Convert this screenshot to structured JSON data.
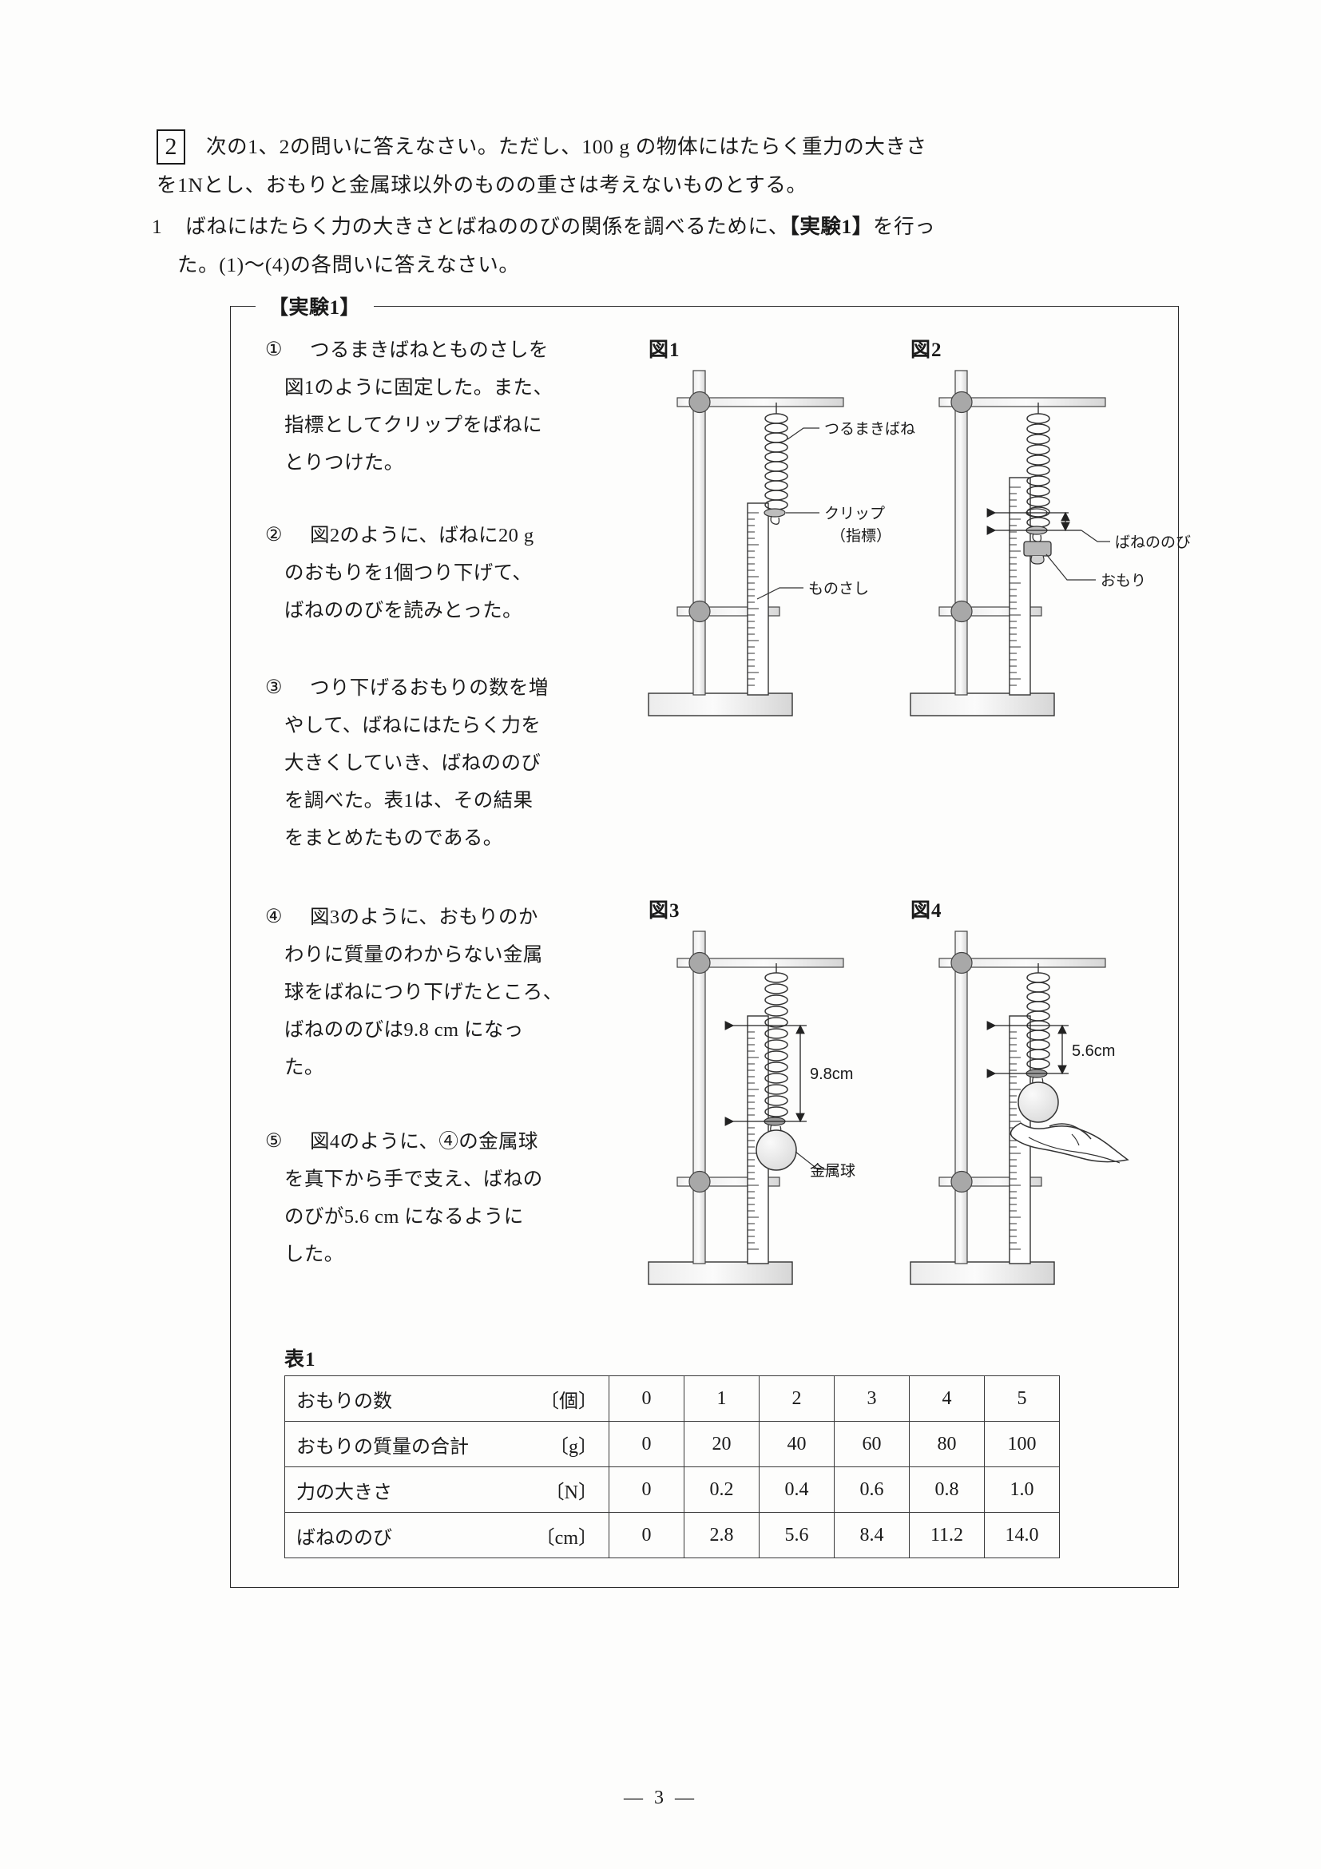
{
  "page": {
    "footer": "— 3 —"
  },
  "question": {
    "number": "2",
    "stem_line1": "次の1、2の問いに答えなさい。ただし、100 g の物体にはたらく重力の大きさ",
    "stem_line2": "を1Nとし、おもりと金属球以外のものの重さは考えないものとする。",
    "sub_number": "1",
    "sub_line1": "ばねにはたらく力の大きさとばねののびの関係を調べるために、",
    "sub_line1_bold": "【実験1】",
    "sub_line1_tail": "を行っ",
    "sub_line2": "た。(1)～(4)の各問いに答えなさい。"
  },
  "experiment": {
    "title": "【実験1】",
    "steps": [
      {
        "marker": "①",
        "lines": [
          "つるまきばねとものさしを",
          "図1のように固定した。また、",
          "指標としてクリップをばねに",
          "とりつけた。"
        ]
      },
      {
        "marker": "②",
        "lines": [
          "図2のように、ばねに20 g",
          "のおもりを1個つり下げて、",
          "ばねののびを読みとった。"
        ]
      },
      {
        "marker": "③",
        "lines": [
          "つり下げるおもりの数を増",
          "やして、ばねにはたらく力を",
          "大きくしていき、ばねののび",
          "を調べた。表1は、その結果",
          "をまとめたものである。"
        ]
      },
      {
        "marker": "④",
        "lines": [
          "図3のように、おもりのか",
          "わりに質量のわからない金属",
          "球をばねにつり下げたところ、",
          "ばねののびは9.8 cm になっ",
          "た。"
        ]
      },
      {
        "marker": "⑤",
        "lines": [
          "図4のように、④の金属球",
          "を真下から手で支え、ばねの",
          "のびが5.6 cm になるように",
          "した。"
        ]
      }
    ]
  },
  "figures": [
    {
      "label": "図1",
      "annotations": [
        "つるまきばね",
        "クリップ",
        "（指標）",
        "ものさし"
      ]
    },
    {
      "label": "図2",
      "annotations": [
        "ばねののび",
        "おもり"
      ]
    },
    {
      "label": "図3",
      "annotations": [
        "9.8cm",
        "金属球"
      ]
    },
    {
      "label": "図4",
      "annotations": [
        "5.6cm"
      ]
    }
  ],
  "table": {
    "caption": "表1",
    "rows": [
      {
        "label": "おもりの数",
        "unit": "〔個〕",
        "values": [
          "0",
          "1",
          "2",
          "3",
          "4",
          "5"
        ]
      },
      {
        "label": "おもりの質量の合計",
        "unit": "〔g〕",
        "values": [
          "0",
          "20",
          "40",
          "60",
          "80",
          "100"
        ]
      },
      {
        "label": "力の大きさ",
        "unit": "〔N〕",
        "values": [
          "0",
          "0.2",
          "0.4",
          "0.6",
          "0.8",
          "1.0"
        ]
      },
      {
        "label": "ばねののび",
        "unit": "〔cm〕",
        "values": [
          "0",
          "2.8",
          "5.6",
          "8.4",
          "11.2",
          "14.0"
        ]
      }
    ]
  },
  "colors": {
    "ink": "#1a1a1a",
    "rule": "#3a3a3a",
    "metal": "#cfcfcf",
    "joint": "#9a9a9a",
    "paper": "#fdfdfc"
  }
}
